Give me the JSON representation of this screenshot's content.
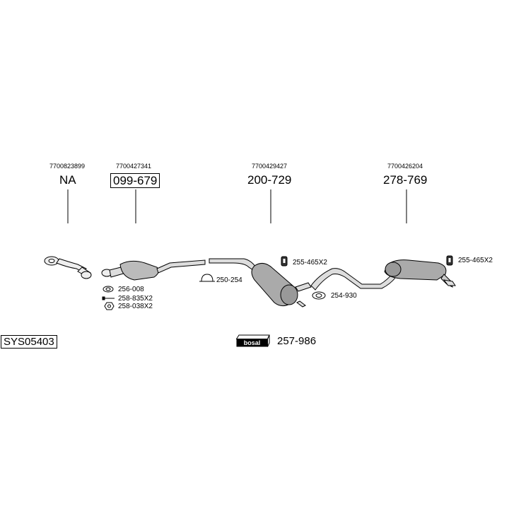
{
  "parts": [
    {
      "oem": "7700823899",
      "code": "NA"
    },
    {
      "oem": "7700427341",
      "code": "099-679"
    },
    {
      "oem": "7700429427",
      "code": "200-729"
    },
    {
      "oem": "7700426204",
      "code": "278-769"
    }
  ],
  "fittings": {
    "gasket_1": "256-008",
    "bolt": "258-835X2",
    "nut": "258-038X2",
    "clamp_1": "250-254",
    "hanger_1": "255-465X2",
    "clamp_2": "254-930",
    "hanger_2": "255-465X2"
  },
  "system_code": "SYS05403",
  "brand": {
    "logo_text": "bosal",
    "kit_code": "257-986"
  }
}
